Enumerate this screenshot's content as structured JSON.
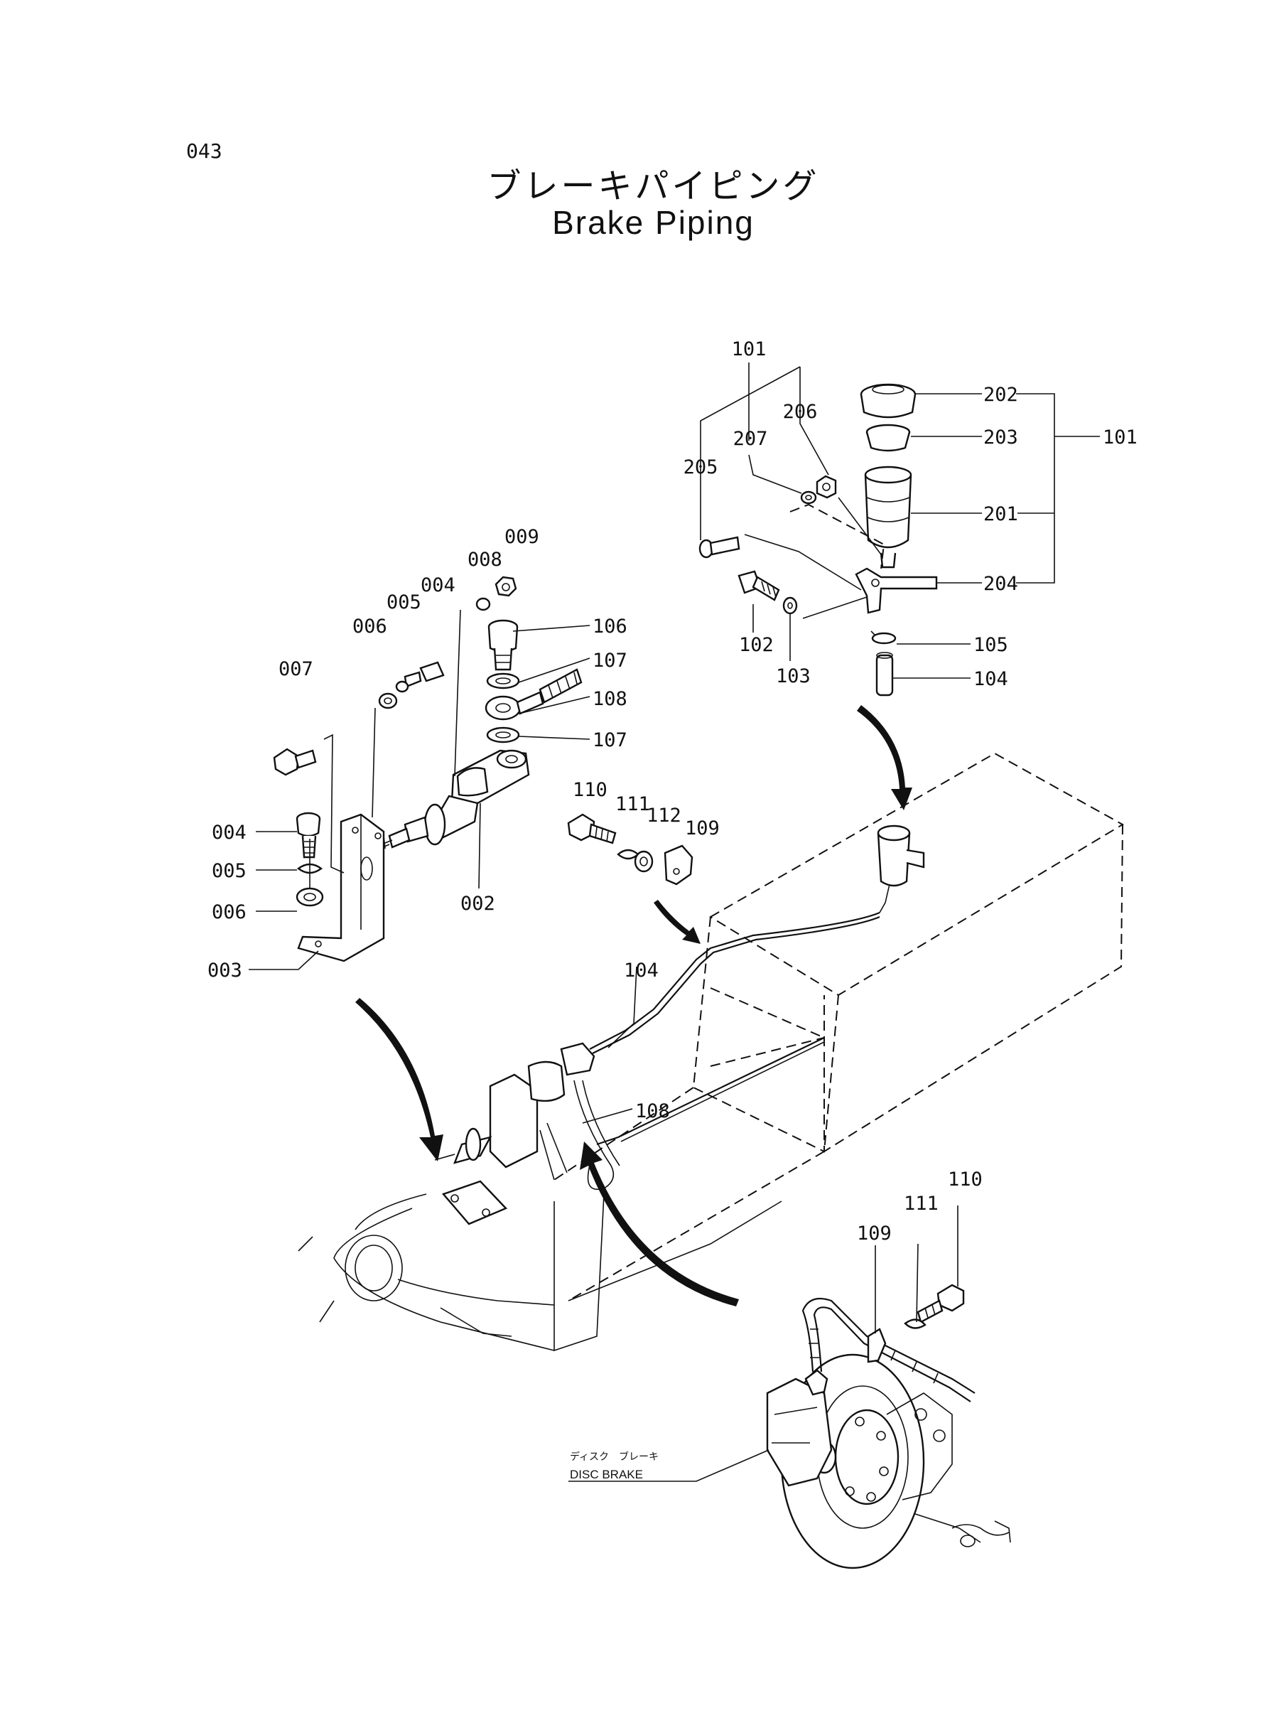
{
  "page_number": "043",
  "title_jp": "ブレーキパイピング",
  "title_en": "Brake Piping",
  "labels": {
    "l101_top": "101",
    "l206": "206",
    "l207": "207",
    "l205": "205",
    "l202": "202",
    "l203": "203",
    "l101_right": "101",
    "l201": "201",
    "l204": "204",
    "l102": "102",
    "l103": "103",
    "l105": "105",
    "l104_top": "104",
    "l009": "009",
    "l008": "008",
    "l005_top": "005",
    "l004_top": "004",
    "l006_top": "006",
    "l007": "007",
    "l106": "106",
    "l107_a": "107",
    "l108_top": "108",
    "l107_b": "107",
    "l004_left": "004",
    "l005_left": "005",
    "l006_left": "006",
    "l003": "003",
    "l002": "002",
    "l110_mid": "110",
    "l111_mid": "111",
    "l112": "112",
    "l109_mid": "109",
    "l104_mid": "104",
    "l108_mid": "108",
    "l110_low": "110",
    "l111_low": "111",
    "l109_low": "109"
  },
  "disc_brake_jp": "ディスク　ブレーキ",
  "disc_brake_en": "DISC BRAKE"
}
